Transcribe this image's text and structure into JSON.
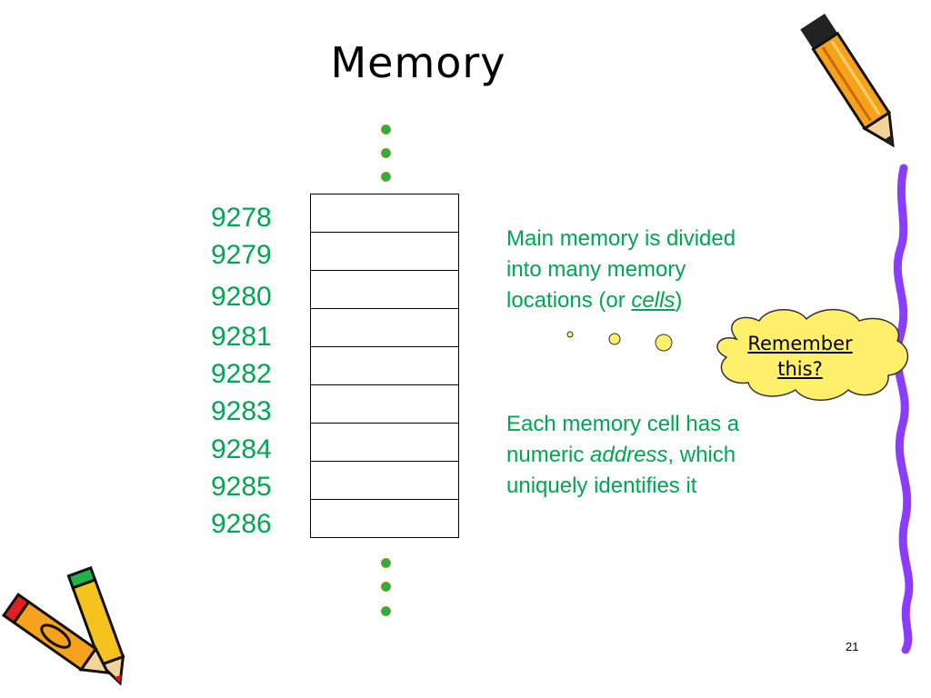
{
  "slide": {
    "title": "Memory",
    "addresses": [
      "9278",
      "9279",
      "9280",
      "9281",
      "9282",
      "9283",
      "9284",
      "9285",
      "9286"
    ],
    "desc1": {
      "line1": "Main memory is divided",
      "line2": "into many memory",
      "line3_pre": "locations (or ",
      "line3_em": "cells",
      "line3_post": ")"
    },
    "desc2": {
      "line1": "Each memory cell has a",
      "line2_pre": "numeric ",
      "line2_em": "address",
      "line2_post": ", which",
      "line3": "uniquely identifies it"
    },
    "callout": {
      "line1": "Remember",
      "line2": "this?"
    },
    "page_number": "21"
  },
  "colors": {
    "text_green": "#00a651",
    "dot_green": "#22b14c",
    "cloud_yellow": "#ffef6b",
    "squiggle_purple": "#8c3cff"
  }
}
